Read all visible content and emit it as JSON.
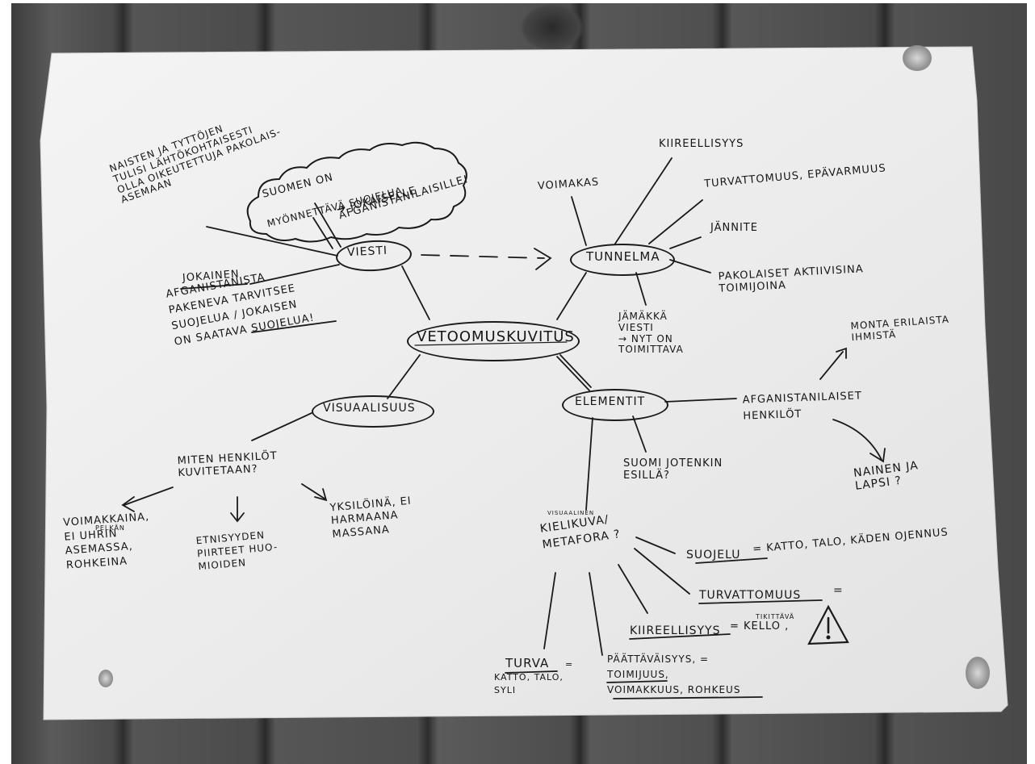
{
  "center": "VETOOMUSKUVITUS",
  "nodes": {
    "viesti": "VIESTI",
    "tunnelma": "TUNNELMA",
    "visuaalisuus": "VISUAALISUUS",
    "elementit": "ELEMENTIT"
  },
  "cloud": {
    "line1": "SUOMEN ON",
    "line2": "MYÖNNETTÄVÄ SUOJELUA",
    "line3": "AFGANISTANILAISILLE!",
    "line4": "JOKAISELLE"
  },
  "viesti_notes": {
    "naisten": "NAISTEN JA TYTTÖJEN\nTULISI LÄHTÖKOHTAISESTI\nOLLA OIKEUTETTUJA PAKOLAIS-\nASEMAAN",
    "jokainen_underlined": "JOKAINEN",
    "jokainen_rest": "AFGANISTANISTA\nPAKENEVA TARVITSEE\nSUOJELUA / JOKAISEN\nON SAATAVA SUOJELUA!"
  },
  "tunnelma_notes": {
    "voimakas": "VOIMAKAS",
    "kiireellisyys": "KIIREELLISYYS",
    "turvattomuus": "TURVATTOMUUS, EPÄVARMUUS",
    "jannite": "JÄNNITE",
    "pakolaiset": "PAKOLAISET AKTIIVISINA\nTOIMIJOINA",
    "jamakka": "JÄMÄKKÄ\nVIESTI\n→ NYT ON\nTOIMITTAVA"
  },
  "visuaalisuus_notes": {
    "miten": "MITEN HENKILÖT\nKUVITETAAN?",
    "voimakkaina": "VOIMAKKAINA,\nEI UHRIN\nASEMASSA,\nROHKEINA",
    "pelkan": "PELKÄN",
    "etnisyyden": "ETNISYYDEN\nPIIRTEET HUO-\nMIOIDEN",
    "yksiloina": "YKSILÖINÄ, EI\nHARMAANA\nMASSANA"
  },
  "elementit_notes": {
    "monta": "MONTA ERILAISTA\nIHMISTÄ",
    "afganistanilaiset": "AFGANISTANILAISET\nHENKILÖT",
    "nainen": "NAINEN JA\nLAPSI ?",
    "suomi": "SUOMI JOTENKIN\nESILLÄ?",
    "visuaalinen": "VISUAALINEN",
    "kielikuva": "KIELIKUVA/\nMETAFORA ?",
    "suojelu_label": "SUOJELU",
    "suojelu_rest": "= KATTO, TALO, KÄDEN OJENNUS",
    "turvattomuus_label": "TURVATTOMUUS",
    "turvattomuus_rest": "=",
    "kiireellisyys_label": "KIIREELLISYYS",
    "kiireellisyys_rest": "= KELLO ,",
    "tikittava": "TIKITTÄVÄ",
    "turva_label": "TURVA",
    "turva_rest": "=\nKATTO, TALO,\nSYLI",
    "paattavaisyys": "PÄÄTTÄVÄISYYS, =\nTOIMIJUUS,\nVOIMAKKUUS, ROHKEUS"
  }
}
